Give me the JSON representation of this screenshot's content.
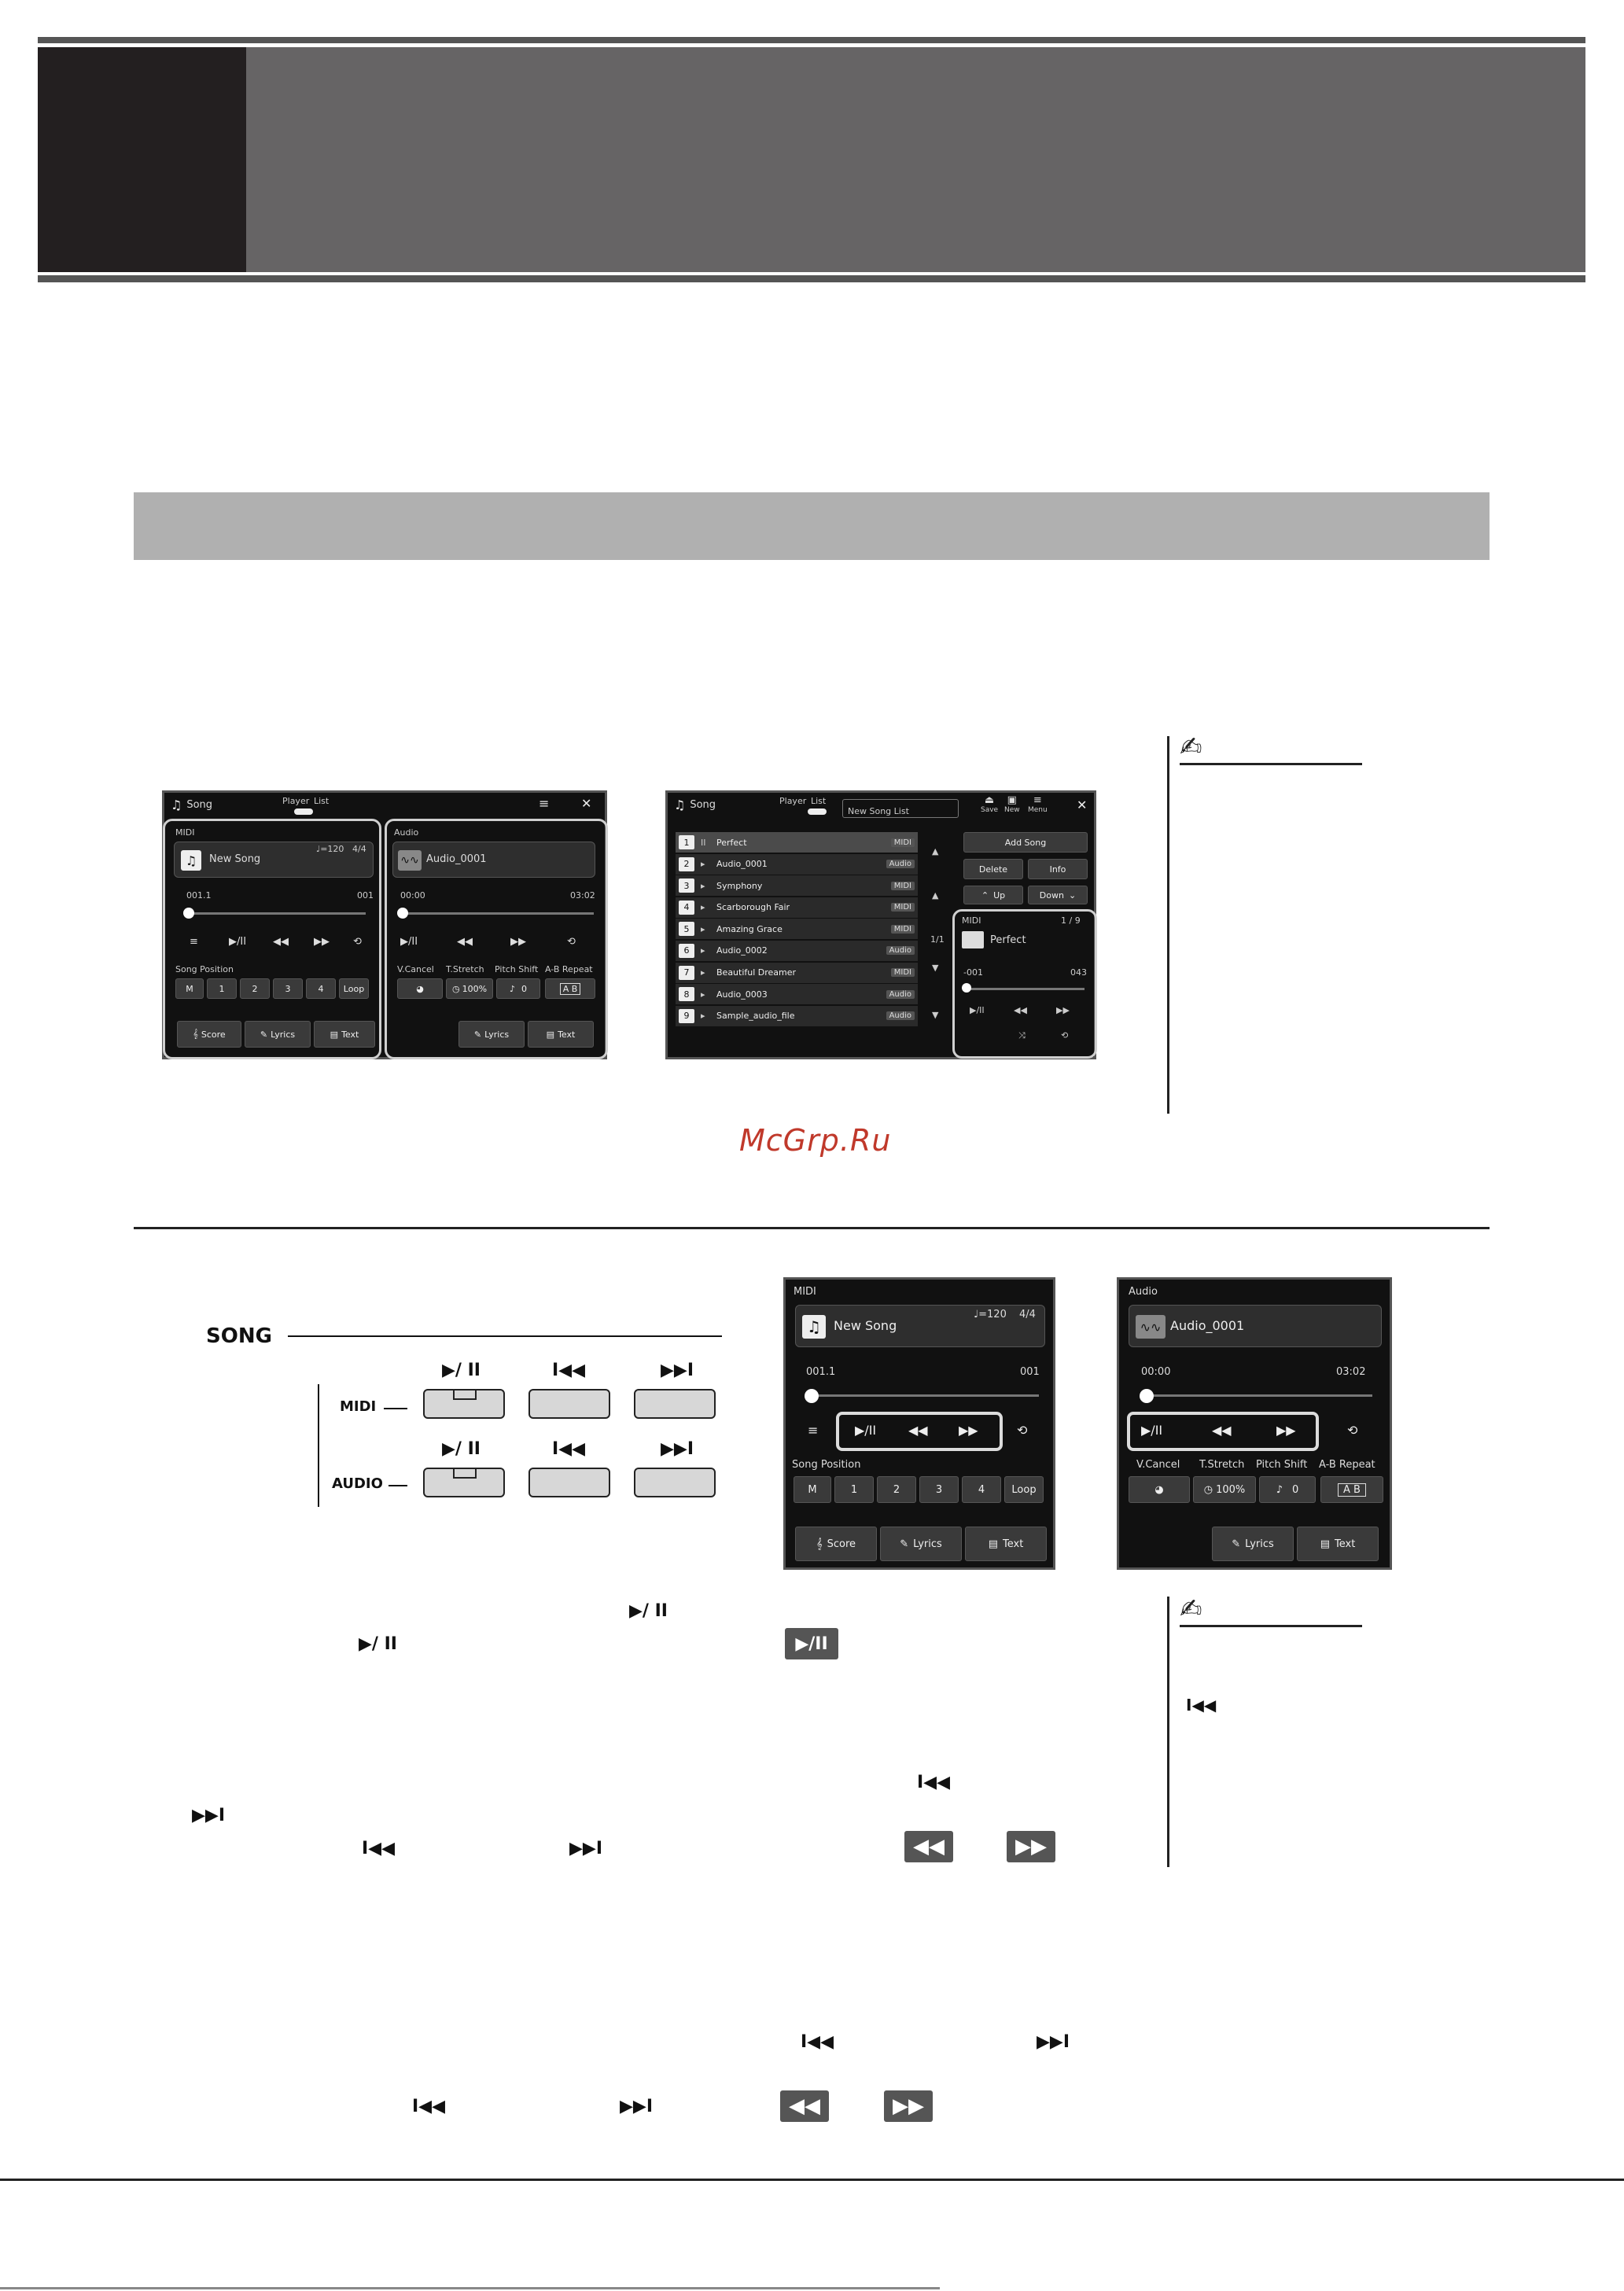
{
  "watermark": "McGrp.Ru",
  "player_screen": {
    "header": {
      "title": "Song",
      "toggle_player": "Player",
      "toggle_list": "List"
    },
    "midi": {
      "label": "MIDI",
      "song_name": "New Song",
      "tempo": "♩=120",
      "time_sig": "4/4",
      "position": "001.1",
      "end": "001",
      "song_position_label": "Song Position",
      "pos_buttons": [
        "M",
        "1",
        "2",
        "3",
        "4",
        "Loop"
      ],
      "footer": [
        "Score",
        "Lyrics",
        "Text"
      ]
    },
    "audio": {
      "label": "Audio",
      "song_name": "Audio_0001",
      "time": "00:00",
      "end": "03:02",
      "controls": [
        "V.Cancel",
        "T.Stretch",
        "Pitch Shift",
        "A-B Repeat"
      ],
      "t_stretch": "100%",
      "pitch_shift": "0",
      "ab_label": "A B",
      "footer": [
        "Lyrics",
        "Text"
      ]
    }
  },
  "list_screen": {
    "header": {
      "title": "Song",
      "toggle_player": "Player",
      "toggle_list": "List",
      "list_name": "New Song List",
      "save": "Save",
      "new": "New",
      "menu": "Menu"
    },
    "songs": [
      {
        "num": "1",
        "name": "Perfect",
        "type": "MIDI"
      },
      {
        "num": "2",
        "name": "Audio_0001",
        "type": "Audio"
      },
      {
        "num": "3",
        "name": "Symphony",
        "type": "MIDI"
      },
      {
        "num": "4",
        "name": "Scarborough Fair",
        "type": "MIDI"
      },
      {
        "num": "5",
        "name": "Amazing Grace",
        "type": "MIDI"
      },
      {
        "num": "6",
        "name": "Audio_0002",
        "type": "Audio"
      },
      {
        "num": "7",
        "name": "Beautiful Dreamer",
        "type": "MIDI"
      },
      {
        "num": "8",
        "name": "Audio_0003",
        "type": "Audio"
      },
      {
        "num": "9",
        "name": "Sample_audio_file",
        "type": "Audio"
      }
    ],
    "page": "1/1",
    "buttons": {
      "add_song": "Add Song",
      "delete": "Delete",
      "info": "Info",
      "up": "Up",
      "down": "Down"
    },
    "mini": {
      "label": "MIDI",
      "count": "1 / 9",
      "song": "Perfect",
      "start": "-001",
      "end": "043"
    }
  },
  "panel": {
    "song_label": "SONG",
    "midi_label": "MIDI",
    "audio_label": "AUDIO"
  },
  "midi_closeup": {
    "label": "MIDI",
    "song_name": "New Song",
    "tempo": "♩=120",
    "time_sig": "4/4",
    "position": "001.1",
    "end": "001",
    "song_position_label": "Song Position",
    "pos_buttons": [
      "M",
      "1",
      "2",
      "3",
      "4",
      "Loop"
    ],
    "footer": [
      "Score",
      "Lyrics",
      "Text"
    ]
  },
  "audio_closeup": {
    "label": "Audio",
    "song_name": "Audio_0001",
    "time": "00:00",
    "end": "03:02",
    "controls": [
      "V.Cancel",
      "T.Stretch",
      "Pitch Shift",
      "A-B Repeat"
    ],
    "t_stretch": "100%",
    "pitch_shift": "0",
    "ab_label": "A B",
    "footer": [
      "Lyrics",
      "Text"
    ]
  },
  "colors": {
    "banner_gray": "#666465",
    "banner_black": "#231f20",
    "section_bar": "#b0b0b0",
    "watermark": "#c0392b"
  }
}
